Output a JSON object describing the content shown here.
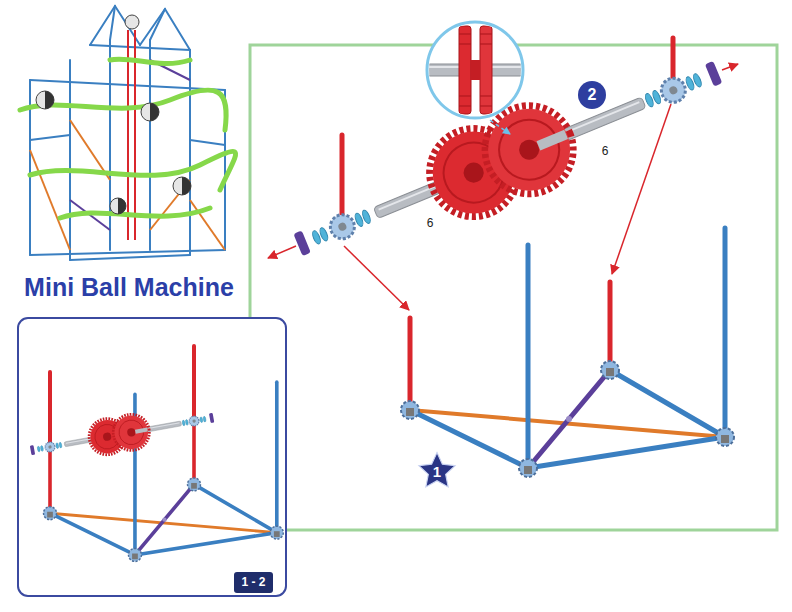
{
  "diagram": {
    "title": "Mini Ball Machine",
    "nodes": [
      {
        "text": [
          "2"
        ]
      },
      {
        "text": [
          "1"
        ]
      },
      {
        "text": [
          "1 - 2"
        ]
      }
    ],
    "labels": [
      "6",
      "6"
    ]
  }
}
